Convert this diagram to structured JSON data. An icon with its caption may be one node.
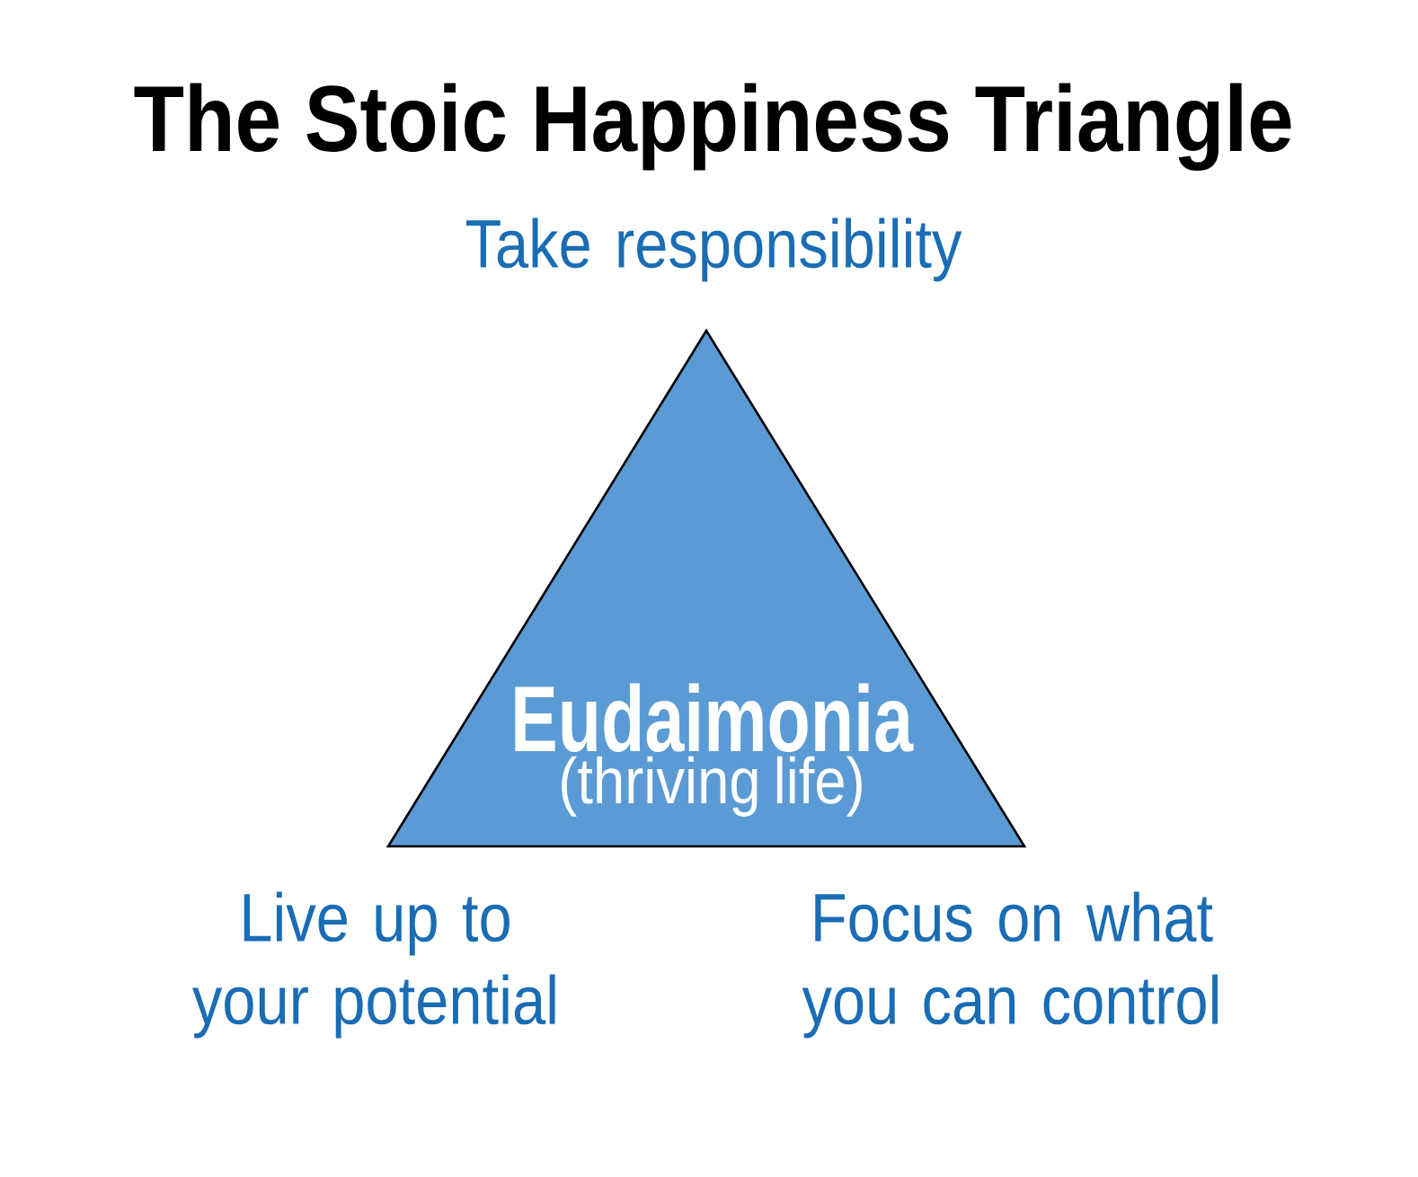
{
  "diagram": {
    "title": "The Stoic Happiness Triangle",
    "nodes": [
      {
        "text": [
          "Eudaimonia",
          "(thriving life)"
        ]
      }
    ],
    "labels": [
      "Take responsibility",
      "Live up to your potential",
      "Focus on what you can control"
    ]
  }
}
